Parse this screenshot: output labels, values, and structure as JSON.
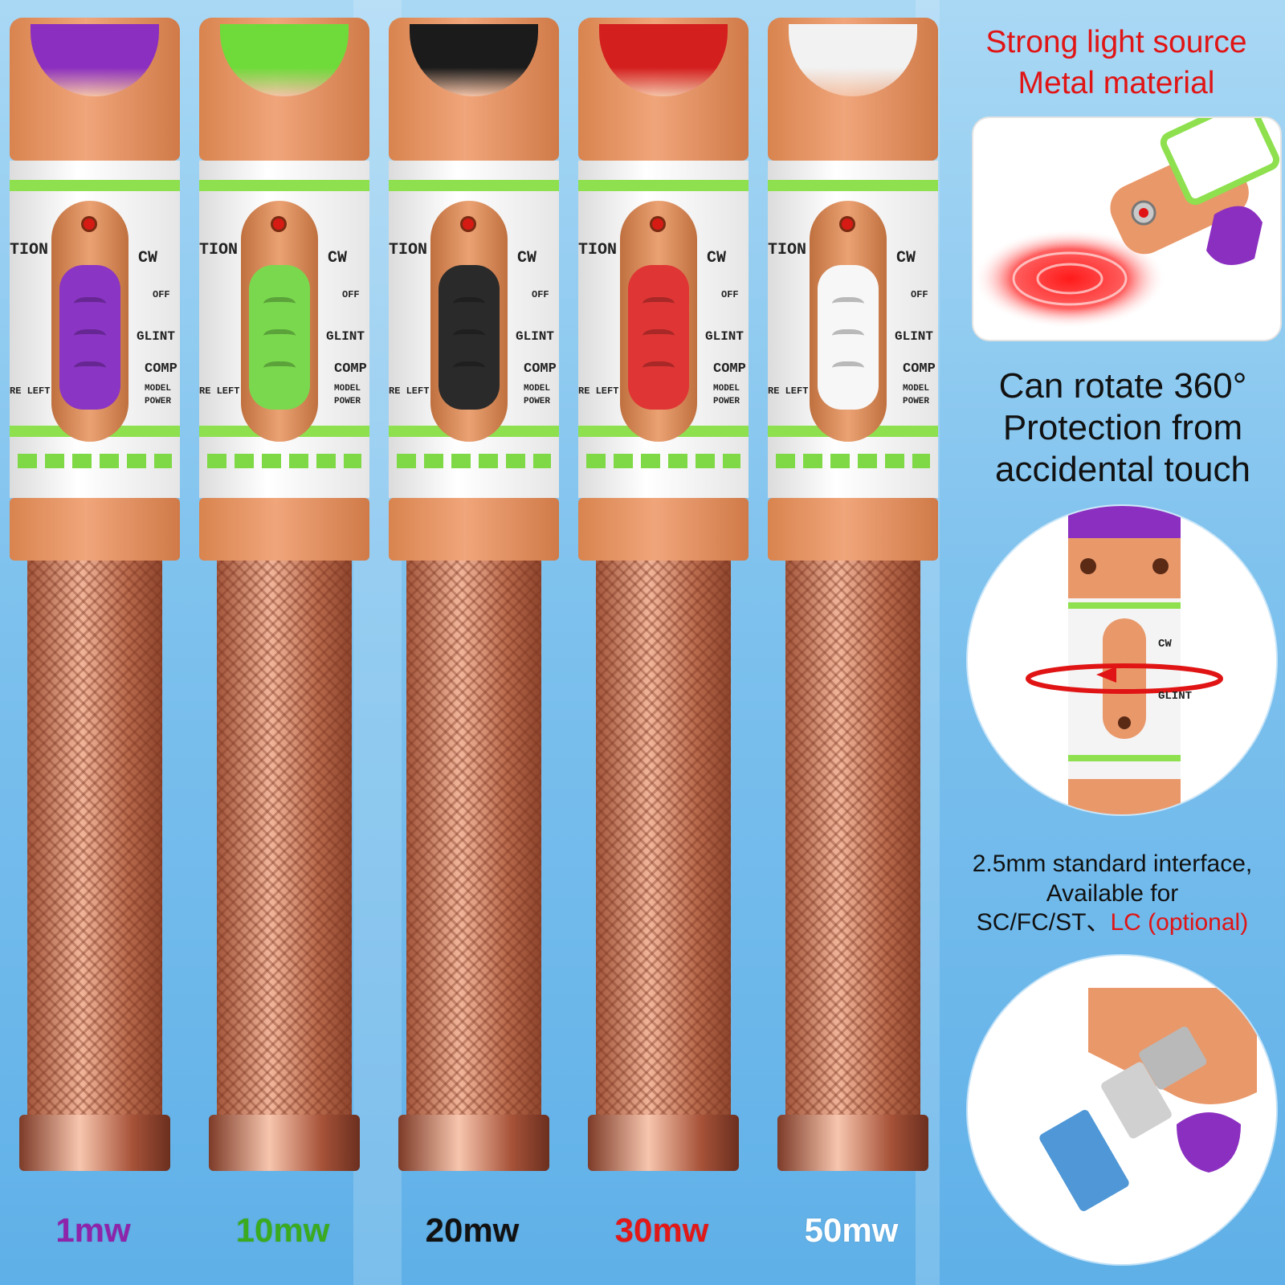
{
  "pens": [
    {
      "power_label": "1mw",
      "label_color": "#8e24aa",
      "cap_color": "#8b2fc0",
      "slider_color": "#8a35c4"
    },
    {
      "power_label": "10mw",
      "label_color": "#3aab1f",
      "cap_color": "#6fdb3a",
      "slider_color": "#7ad84e"
    },
    {
      "power_label": "20mw",
      "label_color": "#111111",
      "cap_color": "#1b1b1b",
      "slider_color": "#2a2a2a"
    },
    {
      "power_label": "30mw",
      "label_color": "#e01818",
      "cap_color": "#d41f1f",
      "slider_color": "#e03535"
    },
    {
      "power_label": "50mw",
      "label_color": "#ffffff",
      "cap_color": "#f2f2f2",
      "slider_color": "#f7f7f7"
    }
  ],
  "pen_label_texts": {
    "tion": "TION",
    "cw": "CW",
    "off": "OFF",
    "glint": "GLINT",
    "comp": "COMP",
    "model": "MODEL",
    "power": "POWER",
    "left": "RE LEFT"
  },
  "features": {
    "light_line1": "Strong light source",
    "light_line2": "Metal material",
    "rotate_line1": "Can rotate 360°",
    "rotate_line2": "Protection from",
    "rotate_line3": "accidental touch",
    "interface_line1": "2.5mm standard interface,",
    "interface_line2": "Available for",
    "interface_line3_black": "SC/FC/ST、",
    "interface_line3_red": "LC (optional)"
  },
  "colors": {
    "accent_red": "#e01414",
    "copper": "#e9986a"
  }
}
